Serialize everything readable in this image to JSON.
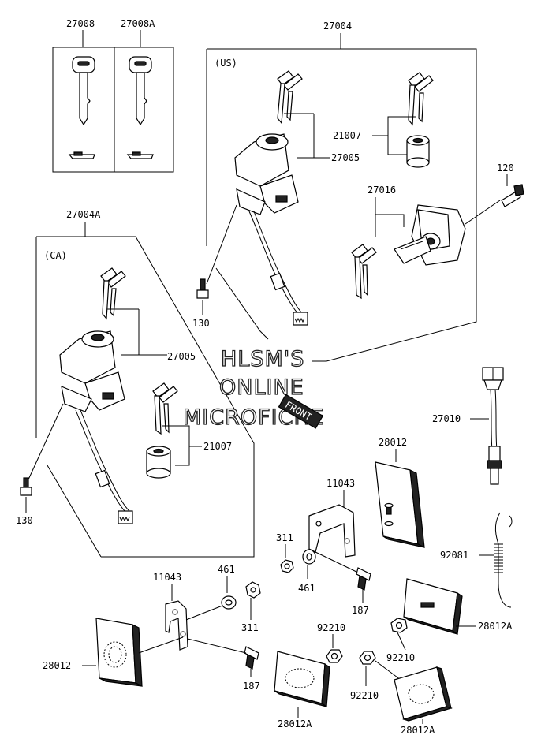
{
  "labels": {
    "key_27008": "27008",
    "key_27008A": "27008A",
    "assy_us": "27004",
    "region_us": "(US)",
    "cyl_us": "21007",
    "sw_us": "27005",
    "lock_27016": "27016",
    "bolt_120": "120",
    "bolt_130_us": "130",
    "assy_ca": "27004A",
    "region_ca": "(CA)",
    "sw_ca": "27005",
    "cyl_ca": "21007",
    "bolt_130_ca": "130",
    "sensor_27010": "27010",
    "pad_28012_upper": "28012",
    "bracket_11043_upper": "11043",
    "nut_311_upper": "311",
    "washer_461_upper": "461",
    "bolt_187_upper": "187",
    "spring_92081": "92081",
    "pad_28012A_right": "28012A",
    "nut_92210_right": "92210",
    "bracket_11043_lower": "11043",
    "washer_461_lower": "461",
    "nut_311_lower": "311",
    "pad_28012_lower": "28012",
    "bolt_187_lower": "187",
    "nut_92210_mid": "92210",
    "pad_28012A_mid": "28012A",
    "nut_92210_low": "92210",
    "pad_28012A_low": "28012A"
  },
  "watermark": {
    "line1": "HLSM'S",
    "line2": "ONLINE",
    "line3": "MICROFICHE"
  },
  "stamp": "FRONT"
}
